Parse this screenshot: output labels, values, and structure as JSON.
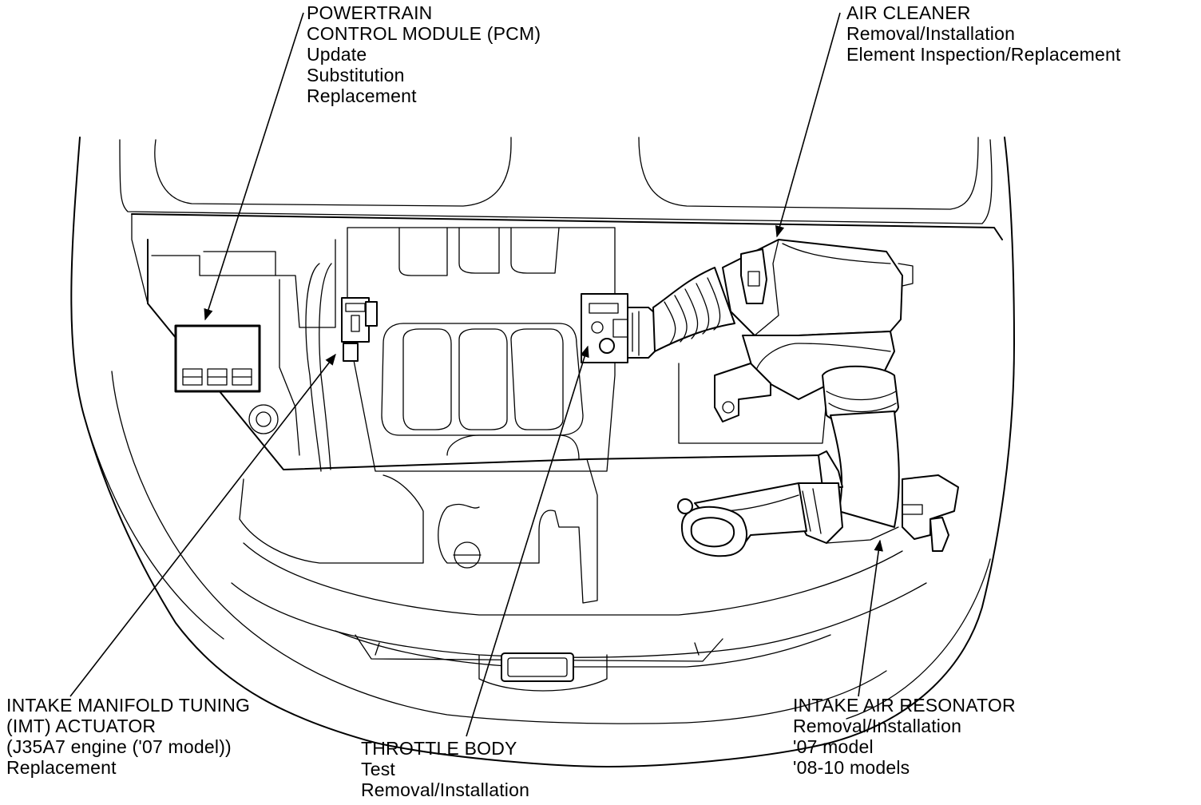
{
  "callouts": {
    "pcm": {
      "title_lines": [
        "POWERTRAIN",
        "CONTROL MODULE (PCM)"
      ],
      "procedures": [
        "Update",
        "Substitution",
        "Replacement"
      ]
    },
    "air_cleaner": {
      "title_lines": [
        "AIR CLEANER"
      ],
      "procedures": [
        "Removal/Installation",
        "Element Inspection/Replacement"
      ]
    },
    "imt_actuator": {
      "title_lines": [
        "INTAKE MANIFOLD TUNING",
        "(IMT) ACTUATOR",
        "(J35A7 engine ('07 model))"
      ],
      "procedures": [
        "Replacement"
      ]
    },
    "throttle_body": {
      "title_lines": [
        "THROTTLE BODY"
      ],
      "procedures": [
        "Test",
        "Removal/Installation"
      ]
    },
    "intake_air_resonator": {
      "title_lines": [
        "INTAKE AIR RESONATOR"
      ],
      "procedures": [
        "Removal/Installation",
        "'07 model",
        "'08-10 models"
      ]
    }
  }
}
